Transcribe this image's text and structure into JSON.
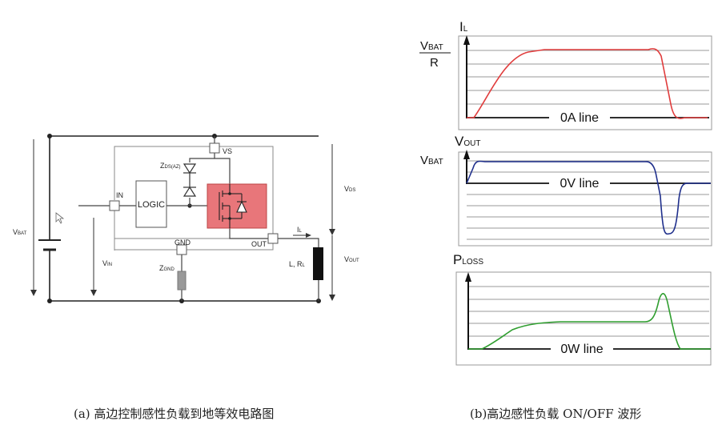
{
  "circuit": {
    "vbat_label": "V",
    "vbat_sub": "BAT",
    "logic_label": "LOGIC",
    "in_label": "IN",
    "vs_label": "VS",
    "gnd_label": "GND",
    "out_label": "OUT",
    "zds_label": "Z",
    "zds_sub": "DS(AZ)",
    "zgnd_label": "Z",
    "zgnd_sub": "GND",
    "vin_label": "V",
    "vin_sub": "IN",
    "vds_label": "V",
    "vds_sub": "DS",
    "vout_label": "V",
    "vout_sub": "OUT",
    "il_label": "I",
    "il_sub": "L",
    "load_label": "L, R",
    "load_sub": "L",
    "mosfet_color": "#e8767a"
  },
  "waveforms": {
    "il": {
      "axis_label": "I",
      "axis_sub": "L",
      "level_top": "V",
      "level_top_sub": "BAT",
      "level_bottom": "R",
      "line_label": "0A line",
      "color": "#e03c3c"
    },
    "vout": {
      "axis_label": "V",
      "axis_sub": "OUT",
      "level_label": "V",
      "level_sub": "BAT",
      "line_label": "0V line",
      "color": "#1f2f8c"
    },
    "ploss": {
      "axis_label": "P",
      "axis_sub": "LOSS",
      "line_label": "0W line",
      "color": "#2f9e2f"
    }
  },
  "captions": {
    "left": "(a) 高边控制感性负载到地等效电路图",
    "right": "(b)高边感性负载 ON/OFF 波形"
  }
}
